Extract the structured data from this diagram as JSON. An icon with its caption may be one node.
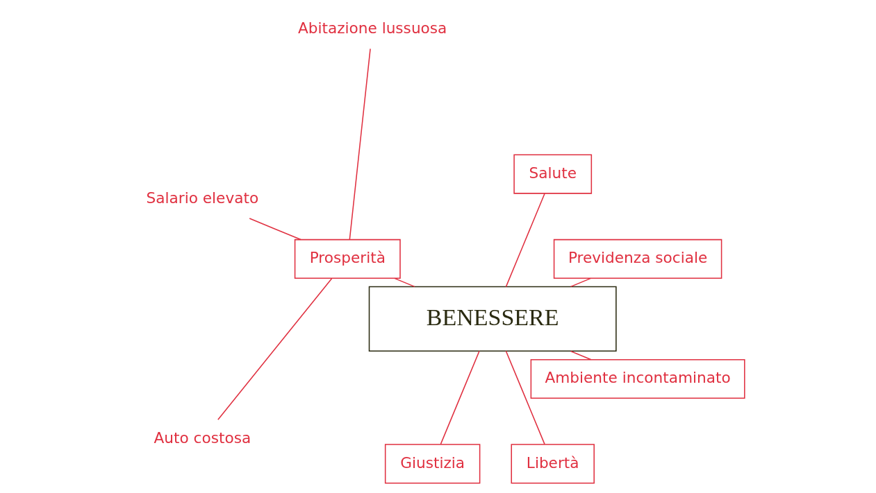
{
  "diagram": {
    "nodes": [
      {
        "text": [
          "BENESSERE"
        ]
      },
      {
        "text": [
          "Previdenza sociale"
        ]
      },
      {
        "text": [
          "Salute"
        ]
      },
      {
        "text": [
          "Prosperità"
        ]
      },
      {
        "text": [
          "Abitazione lussuosa"
        ]
      },
      {
        "text": [
          "Giustizia"
        ]
      },
      {
        "text": [
          "Salario elevato"
        ]
      },
      {
        "text": [
          "Auto costosa"
        ]
      },
      {
        "text": [
          "Libertà"
        ]
      },
      {
        "text": [
          "Ambiente incontaminato"
        ]
      }
    ],
    "edges": [
      {
        "from": 0,
        "to": 1,
        "arrow": "none"
      },
      {
        "from": 0,
        "to": 2,
        "arrow": "none"
      },
      {
        "from": 0,
        "to": 3,
        "arrow": "none"
      },
      {
        "from": 3,
        "to": 4,
        "arrow": "none"
      },
      {
        "from": 3,
        "to": 6,
        "arrow": "none"
      },
      {
        "from": 3,
        "to": 7,
        "arrow": "none"
      },
      {
        "from": 0,
        "to": 5,
        "arrow": "none"
      },
      {
        "from": 0,
        "to": 8,
        "arrow": "none"
      },
      {
        "from": 0,
        "to": 9,
        "arrow": "none"
      }
    ]
  }
}
